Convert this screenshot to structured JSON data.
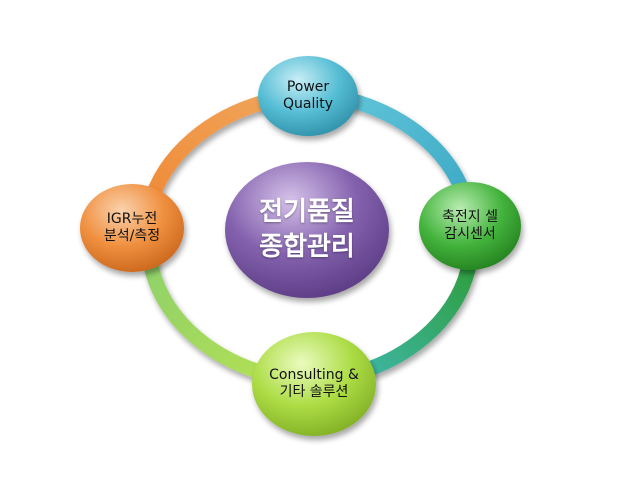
{
  "center": {
    "line1": "전기품질",
    "line2": "종합관리",
    "color": "#7e59a8"
  },
  "nodes": {
    "top": {
      "line1": "Power",
      "line2": "Quality",
      "color": "#4fb8cf"
    },
    "right": {
      "line1": "축전지 셀",
      "line2": "감시센서",
      "color": "#3fae3a"
    },
    "bottom": {
      "line1": "Consulting &",
      "line2": "기타 솔루션",
      "color": "#a5d93e"
    },
    "left": {
      "line1": "IGR누전",
      "line2": "분석/측정",
      "color": "#ee8a3a"
    }
  },
  "ring_colors": {
    "top_right": "#4fb8cf",
    "right_bottom": "#2fa860",
    "bottom_left": "#a5d93e",
    "left_top": "#ee8a3a"
  }
}
